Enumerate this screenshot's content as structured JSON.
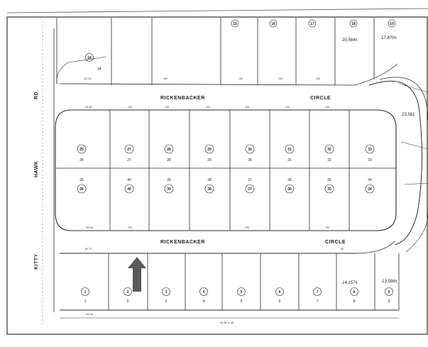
{
  "map": {
    "roads": {
      "rickenbacker_top": [
        "RICKENBACKER",
        "CIRCLE"
      ],
      "rickenbacker_bottom": [
        "RICKENBACKER",
        "CIRCLE"
      ],
      "kitty_hawk": [
        "KITTY",
        "HAWK",
        "RD."
      ]
    },
    "lots": {
      "top_row_circled": [
        "15",
        "16",
        "17",
        "18",
        "19"
      ],
      "top_left_circled": "24",
      "top_left_number": "24",
      "block_upper_circled": [
        "25",
        "27",
        "28",
        "29",
        "30",
        "31",
        "32",
        "33"
      ],
      "block_upper_numbers": [
        "26",
        "27",
        "28",
        "29",
        "30",
        "31",
        "32",
        "33"
      ],
      "block_lower_numbers": [
        "26",
        "40",
        "39",
        "38",
        "37",
        "36",
        "35",
        "34"
      ],
      "block_lower_circled": [
        "26",
        "40",
        "39",
        "38",
        "37",
        "36",
        "35",
        "34"
      ],
      "bottom_circled": [
        "1",
        "2",
        "3",
        "4",
        "5",
        "6",
        "7",
        "8",
        "9"
      ],
      "bottom_numbers": [
        "1",
        "2",
        "3",
        "4",
        "5",
        "6",
        "7",
        "8",
        "9"
      ]
    },
    "areas": {
      "top_a": "20,564±",
      "top_b": "17,870±",
      "bottom_a": "14,157±",
      "bottom_b": "13,566±",
      "right_mid": "23,581"
    },
    "arrow_color": "#5a5a5a",
    "line_color": "#2a2a2a"
  }
}
